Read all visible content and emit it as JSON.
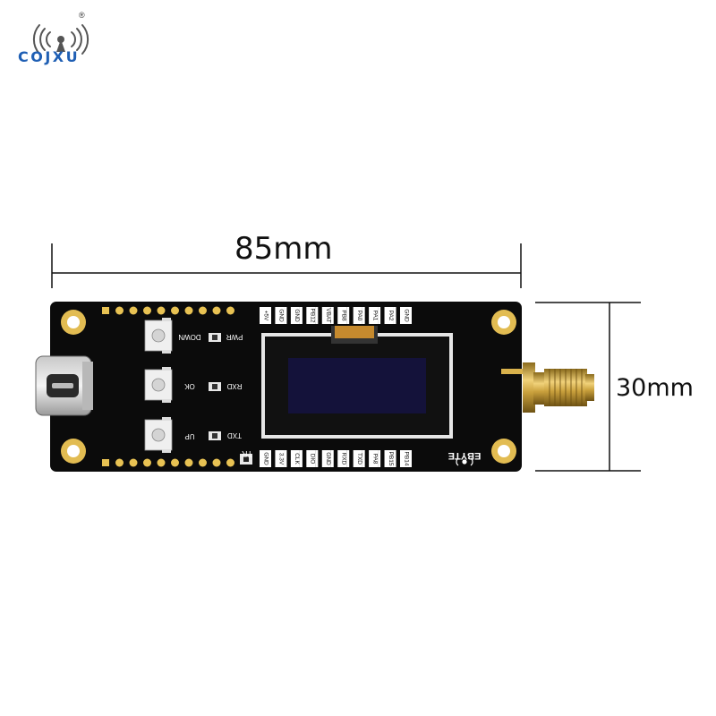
{
  "brand": {
    "name": "COJXU",
    "registered_mark": "®",
    "color": "#1f5fb4",
    "icon": "wifi-antenna-icon"
  },
  "dimensions": {
    "width": "85mm",
    "height": "30mm"
  },
  "board": {
    "color": "#0b0b0b",
    "pad_color": "#e8c253",
    "button_labels": [
      "DOWN",
      "OK",
      "UP"
    ],
    "led_labels": [
      "PWR",
      "RXD",
      "TXD"
    ],
    "top_pins": [
      "+5V",
      "GND",
      "GND",
      "PB12",
      "VBAT",
      "PB8",
      "PA0",
      "PA1",
      "PA2",
      "GND"
    ],
    "bottom_pins": [
      "GND",
      "3.3V",
      "CLK",
      "DIO",
      "GND",
      "RXD",
      "TXD",
      "PA8",
      "PB15",
      "PB14"
    ],
    "reset_label": "TR",
    "maker_label": "EBYTE",
    "display": "oled-display",
    "connector": "usb-c-icon",
    "antenna": "sma-antenna-connector"
  }
}
